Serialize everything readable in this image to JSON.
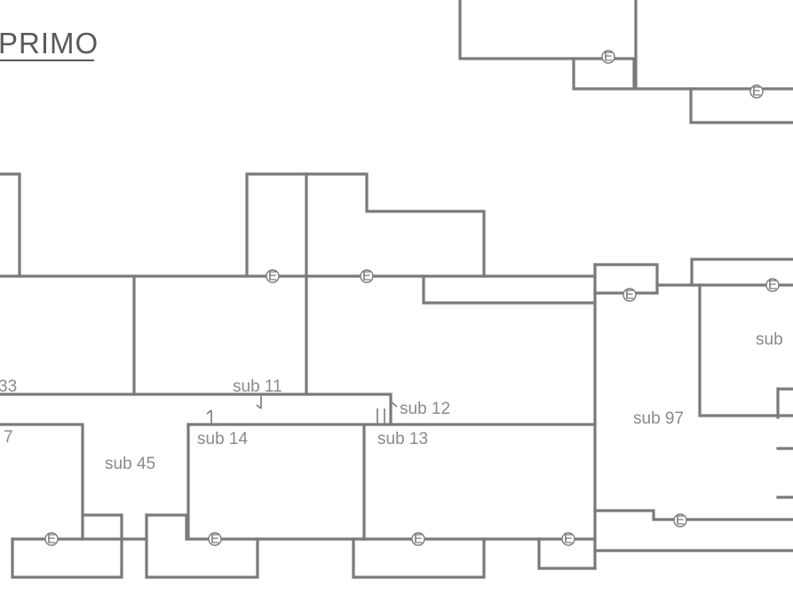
{
  "title": "PRIMO",
  "subalterns": [
    {
      "id": "sub11",
      "label": "sub 11"
    },
    {
      "id": "sub12",
      "label": "sub 12"
    },
    {
      "id": "sub13",
      "label": "sub 13"
    },
    {
      "id": "sub14",
      "label": "sub 14"
    },
    {
      "id": "sub45",
      "label": "sub 45"
    },
    {
      "id": "sub97",
      "label": "sub 97"
    },
    {
      "id": "sub33",
      "label": "33"
    },
    {
      "id": "sub-edge-left",
      "label": "7"
    },
    {
      "id": "sub-edge-right",
      "label": "sub"
    }
  ],
  "entrance_marker": "E"
}
